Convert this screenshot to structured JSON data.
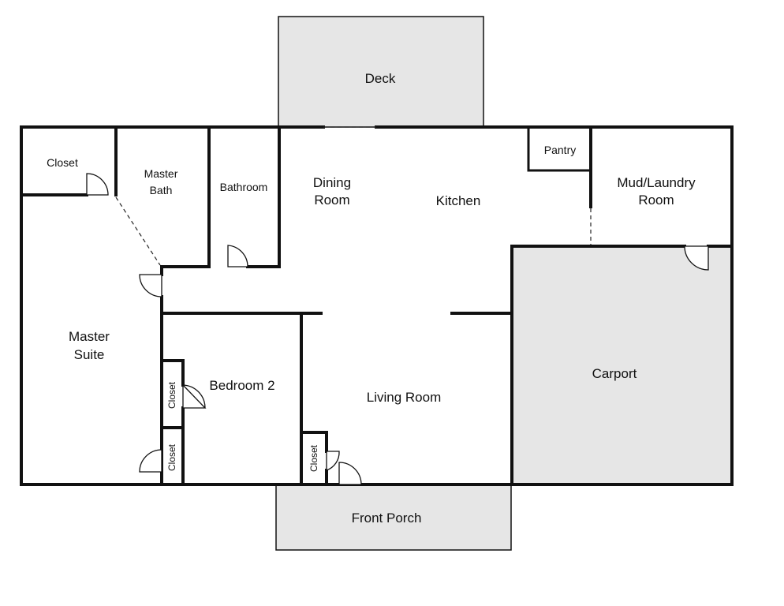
{
  "colors": {
    "wall": "#111111",
    "outdoor_fill": "#e6e6e6",
    "background": "#ffffff"
  },
  "rooms": {
    "deck": "Deck",
    "closet_master": "Closet",
    "master_bath": [
      "Master",
      "Bath"
    ],
    "bathroom": "Bathroom",
    "dining_room": [
      "Dining",
      "Room"
    ],
    "kitchen": "Kitchen",
    "pantry": "Pantry",
    "mud_laundry": [
      "Mud/Laundry",
      "Room"
    ],
    "master_suite": [
      "Master",
      "Suite"
    ],
    "bedroom_2": "Bedroom 2",
    "closet_bed2_upper": "Closet",
    "closet_bed2_lower": "Closet",
    "living_room": "Living Room",
    "closet_living": "Closet",
    "carport": "Carport",
    "front_porch": "Front Porch"
  }
}
